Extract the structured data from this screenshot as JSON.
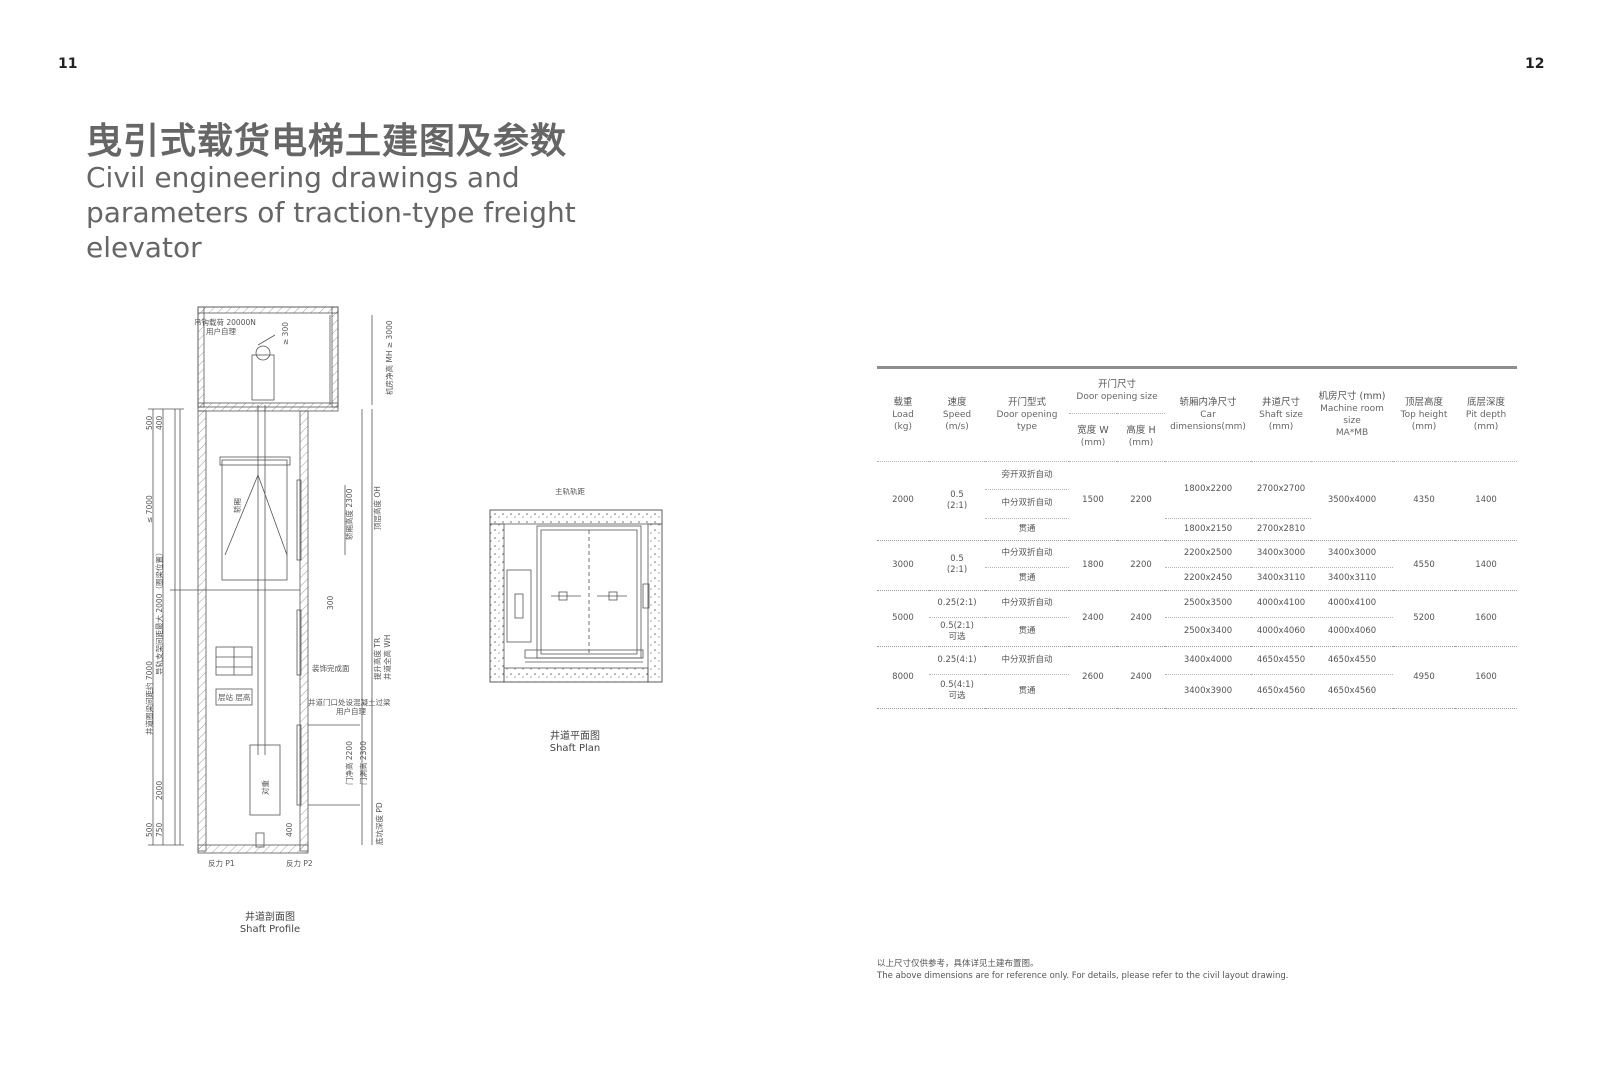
{
  "page": {
    "left_number": "11",
    "right_number": "12"
  },
  "title": {
    "cn": "曳引式载货电梯土建图及参数",
    "en": "Civil engineering drawings and parameters of traction-type freight elevator"
  },
  "profile": {
    "caption_cn": "井道剖面图",
    "caption_en": "Shaft Profile",
    "labels": {
      "hook": "吊钩载荷 20000N",
      "hook_sub": "用户自理",
      "min300": "≥ 300",
      "mh": "机房净高 MH ≥ 3000",
      "oh": "顶层高度 OH",
      "car_h": "轿厢高度 2300",
      "car": "轿厢",
      "d500a": "500",
      "d400": "400",
      "d7000": "≤ 7000",
      "rail": "导轨支架间距最大 2000（圈梁位置）",
      "d300": "300",
      "tr": "提升高度 TR",
      "wh": "井道全高 WH",
      "finish": "装饰完成面",
      "beam": "井道门口处设混凝土过梁",
      "beam_sub": "用户自理",
      "interval": "井道圈梁间距约 7000",
      "call": "层站 层高",
      "door_clear": "门净高 2200",
      "door_hole": "门洞高 2300",
      "cwt": "对重",
      "d2000": "2000",
      "d500b": "500",
      "d750": "750",
      "d400b": "400",
      "pd": "底坑深度 PD",
      "p1": "反力 P1",
      "p2": "反力 P2"
    }
  },
  "plan": {
    "caption_cn": "井道平面图",
    "caption_en": "Shaft Plan",
    "rail_label": "主轨轨距"
  },
  "table": {
    "headers": {
      "load_cn": "载重",
      "load_en": "Load",
      "load_unit": "(kg)",
      "speed_cn": "速度",
      "speed_en": "Speed",
      "speed_unit": "(m/s)",
      "doortype_cn": "开门型式",
      "doortype_en": "Door opening",
      "doortype_en2": "type",
      "doorsize_cn": "开门尺寸",
      "doorsize_en": "Door opening size",
      "width_cn": "宽度 W",
      "width_unit": "(mm)",
      "height_cn": "高度 H",
      "height_unit": "(mm)",
      "car_cn": "轿厢内净尺寸",
      "car_en": "Car",
      "car_en2": "dimensions(mm)",
      "shaft_cn": "井道尺寸",
      "shaft_en": "Shaft size",
      "shaft_unit": "(mm)",
      "machine_cn": "机房尺寸 (mm)",
      "machine_en": "Machine room",
      "machine_en2": "size",
      "machine_en3": "MA*MB",
      "top_cn": "顶层高度",
      "top_en": "Top height",
      "top_unit": "(mm)",
      "pit_cn": "底层深度",
      "pit_en": "Pit depth",
      "pit_unit": "(mm)"
    },
    "g1": {
      "load": "2000",
      "speed": "0.5",
      "speed2": "(2:1)",
      "type1": "旁开双折自动",
      "type2": "中分双折自动",
      "type3": "贯通",
      "w": "1500",
      "h": "2200",
      "car12": "1800x2200",
      "car3": "1800x2150",
      "shaft12": "2700x2700",
      "shaft3": "2700x2810",
      "machine": "3500x4000",
      "top": "4350",
      "pit": "1400"
    },
    "g2": {
      "load": "3000",
      "speed": "0.5",
      "speed2": "(2:1)",
      "type1": "中分双折自动",
      "type2": "贯通",
      "w": "1800",
      "h": "2200",
      "car1": "2200x2500",
      "car2": "2200x2450",
      "shaft1": "3400x3000",
      "shaft2": "3400x3110",
      "machine1": "3400x3000",
      "machine2": "3400x3110",
      "top": "4550",
      "pit": "1400"
    },
    "g3": {
      "load": "5000",
      "speed1": "0.25(2:1)",
      "speed2": "0.5(2:1)",
      "speed2b": "可选",
      "type1": "中分双折自动",
      "type2": "贯通",
      "w": "2400",
      "h": "2400",
      "car1": "2500x3500",
      "car2": "2500x3400",
      "shaft1": "4000x4100",
      "shaft2": "4000x4060",
      "machine1": "4000x4100",
      "machine2": "4000x4060",
      "top": "5200",
      "pit": "1600"
    },
    "g4": {
      "load": "8000",
      "speed1": "0.25(4:1)",
      "speed2": "0.5(4:1)",
      "speed2b": "可选",
      "type1": "中分双折自动",
      "type2": "贯通",
      "w": "2600",
      "h": "2400",
      "car1": "3400x4000",
      "car2": "3400x3900",
      "shaft1": "4650x4550",
      "shaft2": "4650x4560",
      "machine1": "4650x4550",
      "machine2": "4650x4560",
      "top": "4950",
      "pit": "1600"
    }
  },
  "note": {
    "cn": "以上尺寸仅供参考，具体详见土建布置图。",
    "en": "The above dimensions are for reference only. For details, please refer to the civil layout drawing."
  }
}
